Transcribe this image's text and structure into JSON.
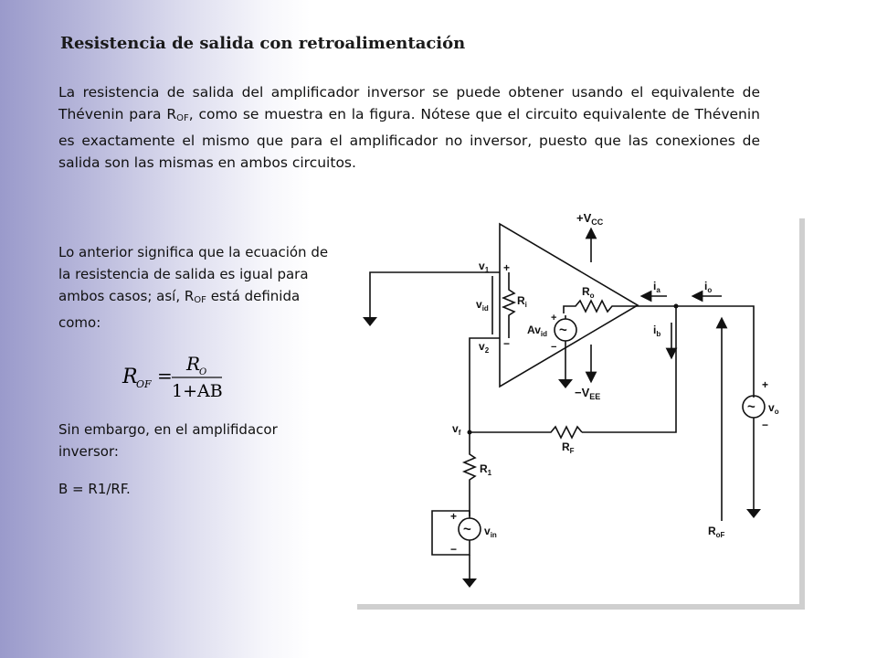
{
  "slide": {
    "title": "Resistencia de salida con retroalimentación",
    "intro": {
      "part1": "La resistencia de salida del amplificador inversor se puede obtener usando el equivalente de Thévenin para R",
      "sub": "OF",
      "part2": ", como se muestra en la figura. Nótese que el circuito equivalente de Thévenin es exactamente el mismo que para el amplificador no inversor, puesto que las conexiones de salida son las mismas en ambos circuitos."
    },
    "paragraph1": {
      "part1": "Lo anterior significa que la ecuación de la resistencia de salida es igual para ambos casos; así, R",
      "sub": "OF",
      "part2": " está definida como:"
    },
    "formula": {
      "lhs": "R",
      "lhs_sub": "OF",
      "equals": "=",
      "numerator": "R",
      "numerator_sub": "O",
      "denominator": "1+AB"
    },
    "paragraph2": "Sin embargo, en el amplifidacor inversor:",
    "paragraph3": "B = R1/RF."
  },
  "circuit": {
    "vcc": "+V",
    "vcc_sub": "CC",
    "vee": "−V",
    "vee_sub": "EE",
    "v1": "v",
    "v1_sub": "1",
    "v2": "v",
    "v2_sub": "2",
    "vid": "v",
    "vid_sub": "id",
    "ri": "R",
    "ri_sub": "i",
    "ro": "R",
    "ro_sub": "o",
    "avid": "Av",
    "avid_sub": "id",
    "ia": "i",
    "ia_sub": "a",
    "io": "i",
    "io_sub": "o",
    "ib": "i",
    "ib_sub": "b",
    "vf": "v",
    "vf_sub": "f",
    "rf": "R",
    "rf_sub": "F",
    "r1": "R",
    "r1_sub": "1",
    "vin": "v",
    "vin_sub": "in",
    "vo": "v",
    "vo_sub": "o",
    "rof": "R",
    "rof_sub": "oF",
    "plus": "+",
    "minus": "−",
    "tilde": "~"
  }
}
